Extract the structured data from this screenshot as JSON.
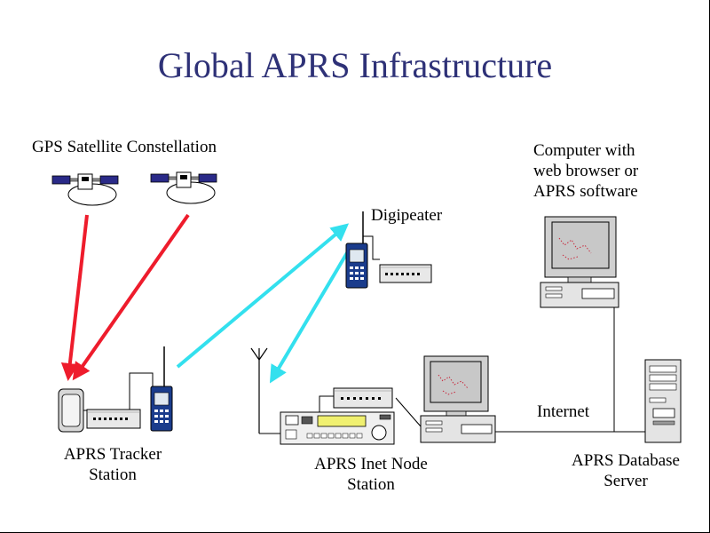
{
  "title": "Global APRS Infrastructure",
  "labels": {
    "gps": "GPS Satellite Constellation",
    "digipeater": "Digipeater",
    "computer": [
      "Computer with",
      "web browser or",
      "APRS software"
    ],
    "tracker": [
      "APRS Tracker",
      "Station"
    ],
    "inet_node": [
      "APRS Inet Node",
      "Station"
    ],
    "database": [
      "APRS Database",
      "Server"
    ],
    "internet": "Internet"
  },
  "colors": {
    "title": "#2e3177",
    "gps_link": "#ee1c2c",
    "radio_link": "#33e0ee",
    "wire": "#000000",
    "radio_body": "#1a3c8c",
    "lcd": "#f0f070",
    "screen": "#c8c8c8"
  },
  "icons": [
    "satellite-icon",
    "handheld-radio-icon",
    "antenna-icon",
    "gps-receiver-icon",
    "tnc-modem-icon",
    "transceiver-icon",
    "computer-icon",
    "server-tower-icon"
  ]
}
